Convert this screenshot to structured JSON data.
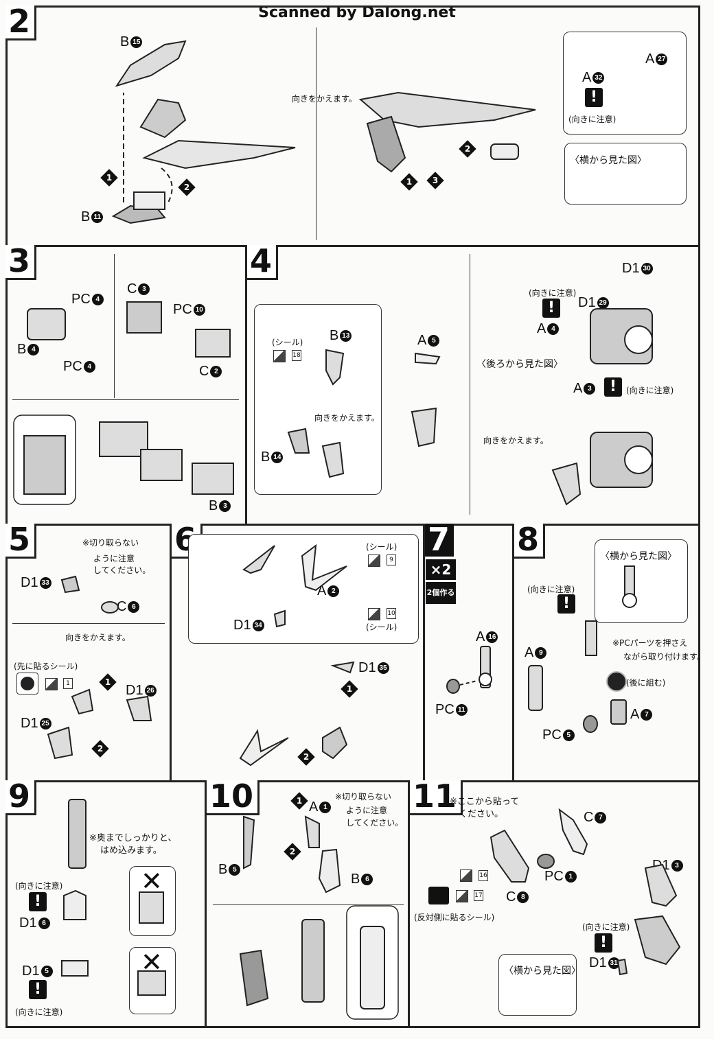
{
  "header": "Scanned by Dalong.net",
  "steps": {
    "s2": {
      "num": "2",
      "labels": {
        "b15": "B",
        "b15n": "15",
        "b11": "B",
        "b11n": "11",
        "a32": "A",
        "a32n": "32",
        "a27": "A",
        "a27n": "27"
      },
      "notes": {
        "turn": "向きをかえます。",
        "caution": "(向きに注意)",
        "side": "〈横から見た図〉"
      },
      "arrows": [
        "1",
        "2",
        "2",
        "1",
        "3"
      ]
    },
    "s3": {
      "num": "3",
      "labels": [
        "PC",
        "4",
        "B",
        "4",
        "PC",
        "4",
        "C",
        "3",
        "PC",
        "10",
        "C",
        "2",
        "B",
        "3"
      ]
    },
    "s4": {
      "num": "4",
      "labels": {
        "seal": "(シール)",
        "seal_no": "18",
        "b13": "B",
        "b13n": "13",
        "turn": "向きをかえます。",
        "b14": "B",
        "b14n": "14",
        "a5": "A",
        "a5n": "5",
        "d130": "D1",
        "d130n": "30",
        "d129": "D1",
        "d129n": "29",
        "a4": "A",
        "a4n": "4",
        "a3": "A",
        "a3n": "3",
        "caution": "(向きに注意)",
        "back": "〈後ろから見た図〉",
        "turn2": "向きをかえます。"
      }
    },
    "s5": {
      "num": "5",
      "labels": {
        "note": "※切り取らない",
        "note2": "ように注意",
        "note3": "してください。",
        "d133": "D1",
        "d133n": "33",
        "c6": "C",
        "c6n": "6",
        "turn": "向きをかえます。",
        "pre": "(先に貼るシール)",
        "seal_no": "1",
        "d126": "D1",
        "d126n": "26",
        "d125": "D1",
        "d125n": "25"
      }
    },
    "s6": {
      "num": "6",
      "labels": {
        "seal": "(シール)",
        "s9": "9",
        "s10": "10",
        "a2": "A",
        "a2n": "2",
        "d134": "D1",
        "d134n": "34",
        "d135": "D1",
        "d135n": "35"
      }
    },
    "s7": {
      "num": "7",
      "mult": "×2",
      "make": "2個作る",
      "labels": {
        "a16": "A",
        "a16n": "16",
        "pc11": "PC",
        "pc11n": "11"
      }
    },
    "s8": {
      "num": "8",
      "labels": {
        "side": "〈横から見た図〉",
        "caution": "(向きに注意)",
        "note": "※PCパーツを押さえ",
        "note2": "ながら取り付けます。",
        "a9": "A",
        "a9n": "9",
        "later": "(後に組む)",
        "a7": "A",
        "a7n": "7",
        "pc5": "PC",
        "pc5n": "5"
      }
    },
    "s9": {
      "num": "9",
      "labels": {
        "note": "※奥までしっかりと、",
        "note2": "はめ込みます。",
        "caution": "(向きに注意)",
        "d16": "D1",
        "d16n": "6",
        "d15": "D1",
        "d15n": "5",
        "caution2": "(向きに注意)",
        "x": "✕"
      }
    },
    "s10": {
      "num": "10",
      "labels": {
        "note": "※切り取らない",
        "note2": "ように注意",
        "note3": "してください。",
        "a1": "A",
        "a1n": "1",
        "b5": "B",
        "b5n": "5",
        "b6": "B",
        "b6n": "6"
      }
    },
    "s11": {
      "num": "11",
      "labels": {
        "note": "※ここから貼って",
        "note2": "ください。",
        "c7": "C",
        "c7n": "7",
        "pc1": "PC",
        "pc1n": "1",
        "c8": "C",
        "c8n": "8",
        "s16": "16",
        "s17": "17",
        "opp": "(反対側に貼るシール)",
        "d13": "D1",
        "d13n": "3",
        "caution": "(向きに注意)",
        "d131": "D1",
        "d131n": "31",
        "side": "〈横から見た図〉"
      }
    }
  }
}
